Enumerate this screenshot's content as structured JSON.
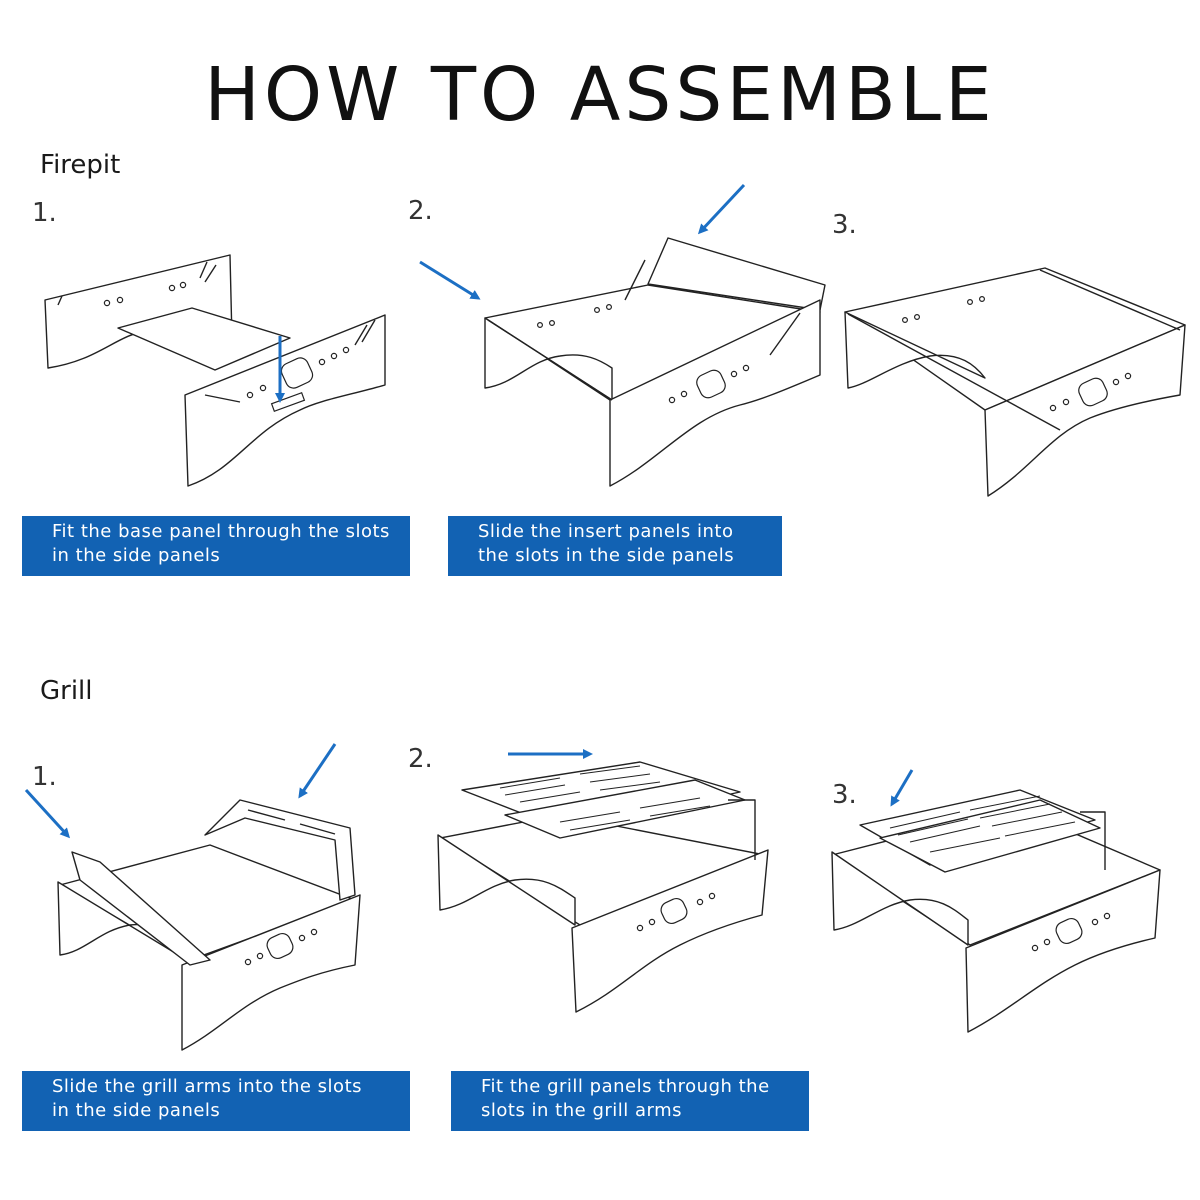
{
  "title": "HOW TO ASSEMBLE",
  "firepit": {
    "label": "Firepit",
    "steps": [
      "1.",
      "2.",
      "3."
    ],
    "captions": [
      {
        "line1": "Fit the base panel through the slots",
        "line2": "in the side panels"
      },
      {
        "line1": "Slide the insert panels into",
        "line2": "the slots in the side panels"
      }
    ]
  },
  "grill": {
    "label": "Grill",
    "steps": [
      "1.",
      "2.",
      "3."
    ],
    "captions": [
      {
        "line1": "Slide the grill arms into the slots",
        "line2": "in the side panels"
      },
      {
        "line1": "Fit the grill panels through the",
        "line2": "slots in the grill arms"
      }
    ]
  },
  "colors": {
    "accent_blue": "#1262b3",
    "arrow_blue": "#1c6fc4",
    "line": "#222222"
  }
}
